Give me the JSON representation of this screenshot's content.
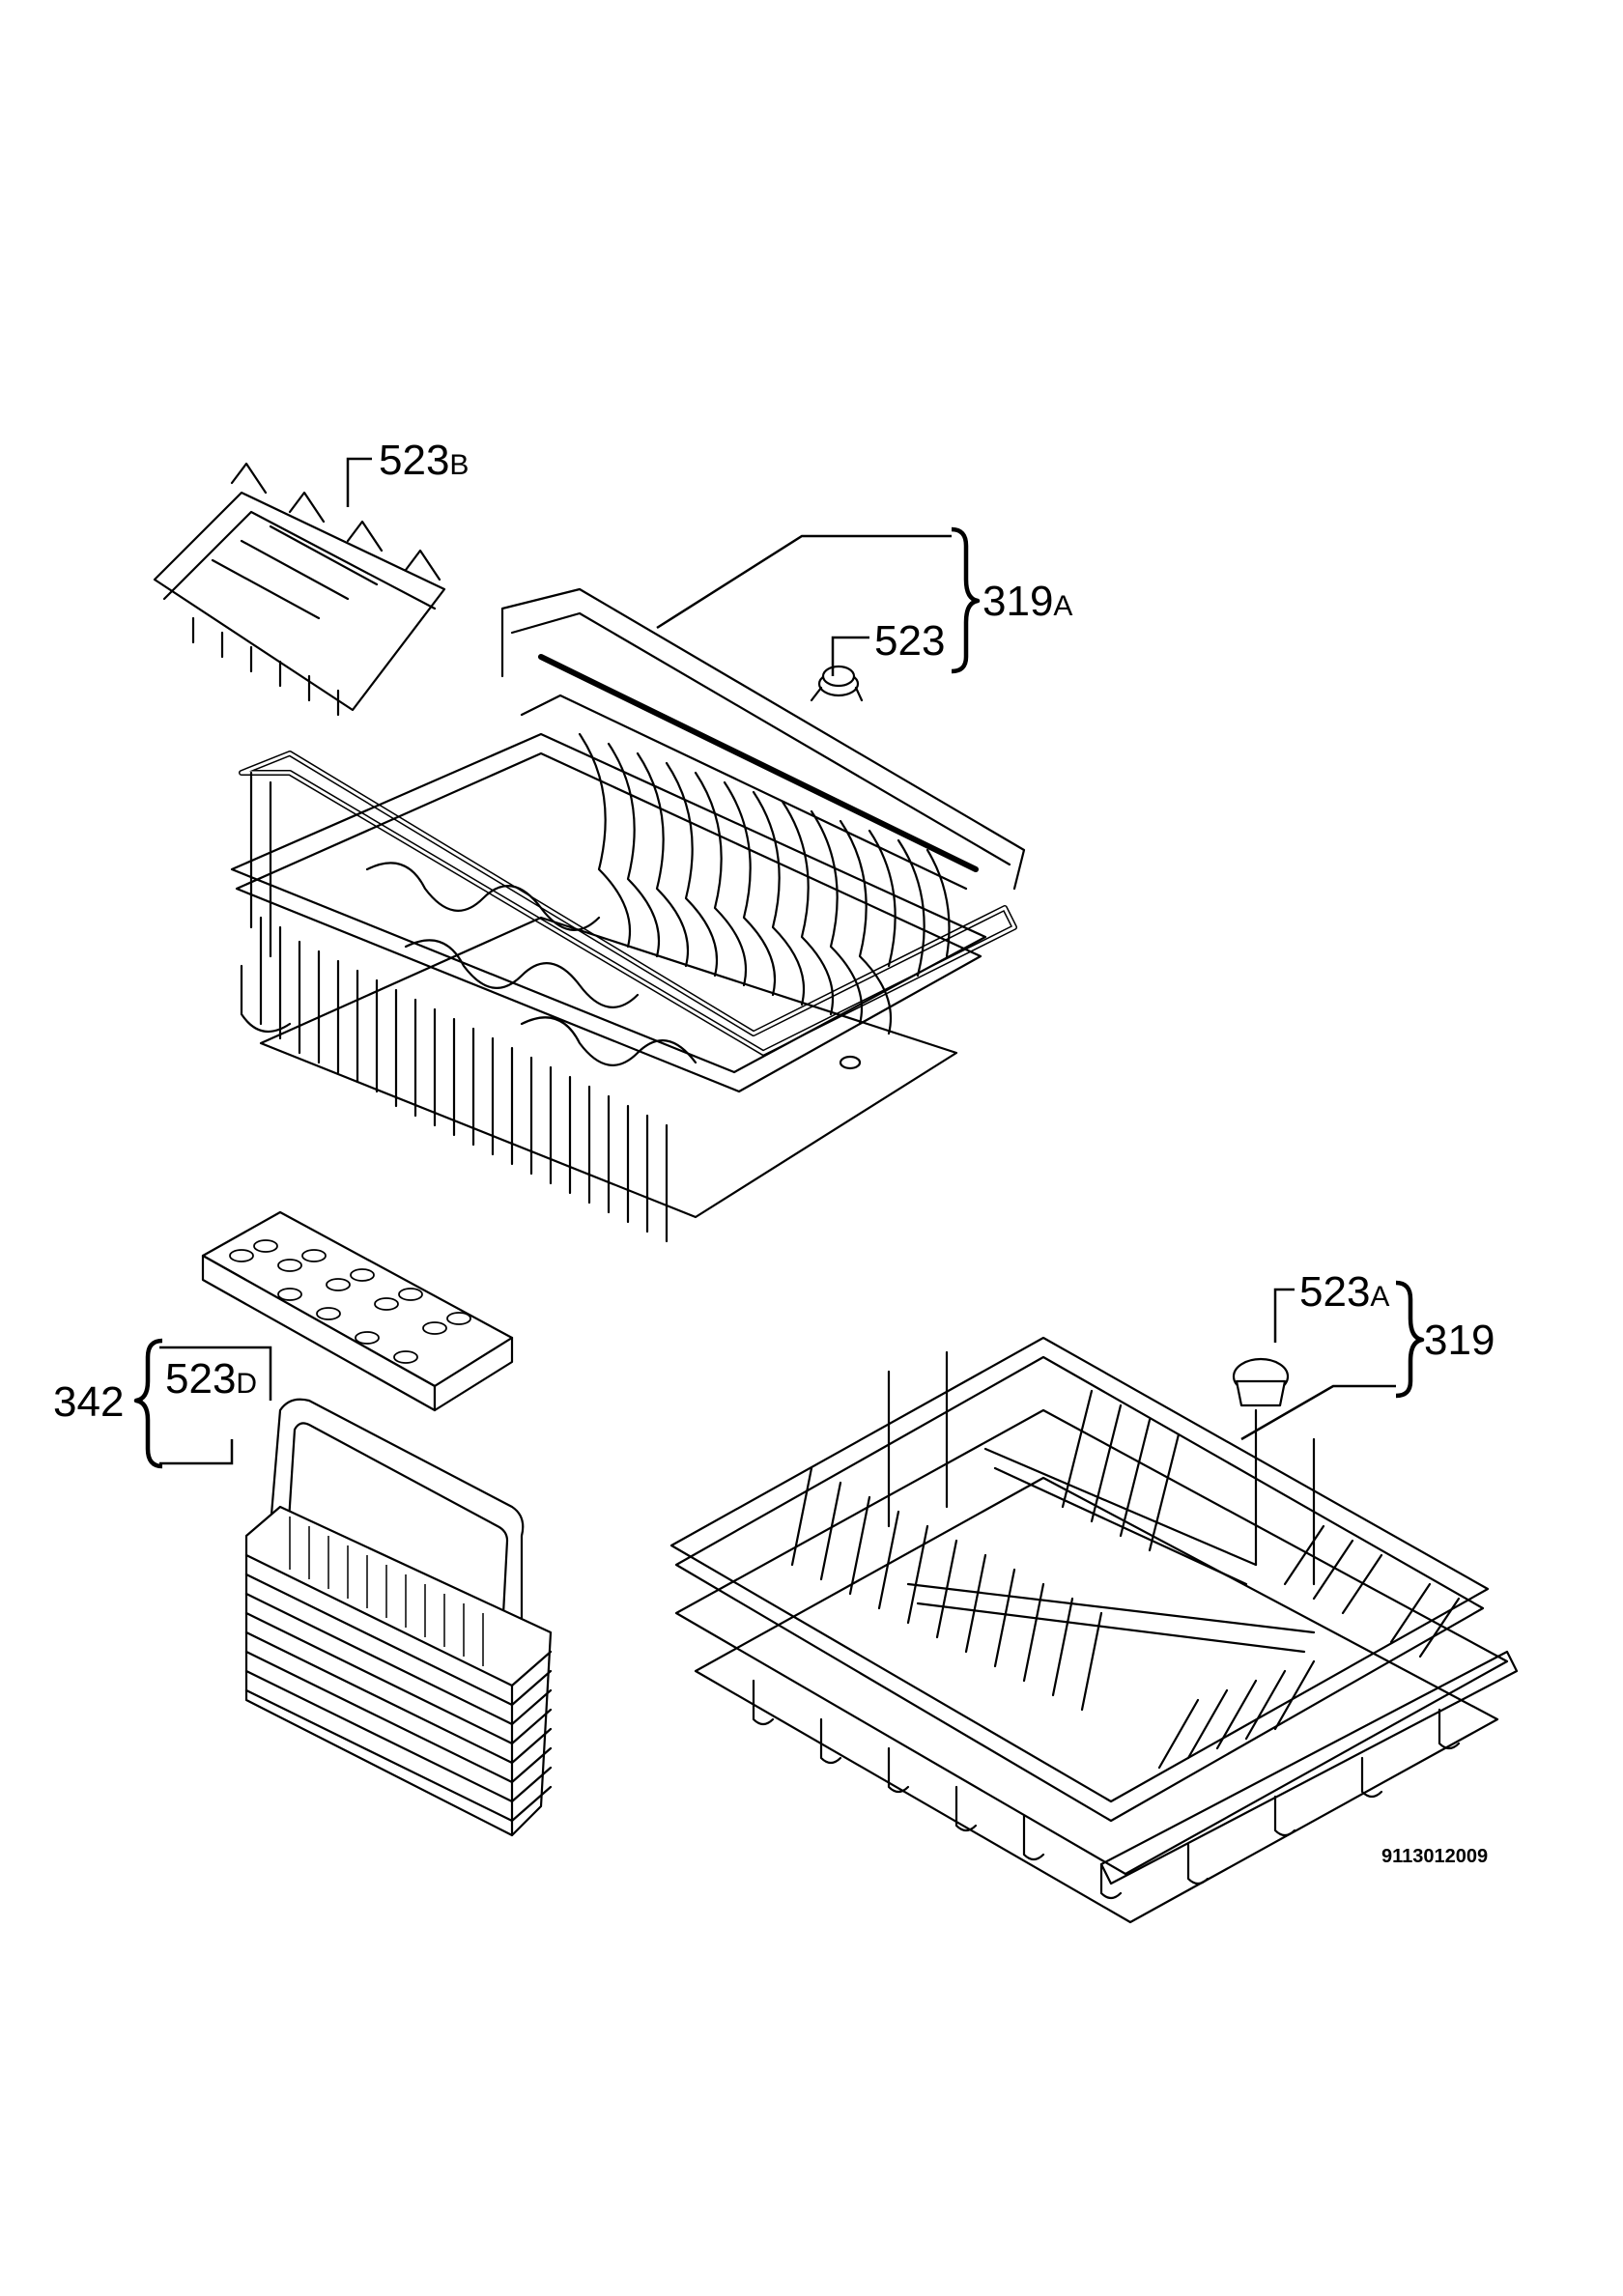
{
  "callouts": [
    {
      "id": "upper-basket",
      "num": "319",
      "suffix": "A"
    },
    {
      "id": "upper-wheel",
      "num": "523",
      "suffix": ""
    },
    {
      "id": "cup-rack",
      "num": "523",
      "suffix": "B"
    },
    {
      "id": "lower-basket",
      "num": "319",
      "suffix": ""
    },
    {
      "id": "lower-wheel",
      "num": "523",
      "suffix": "A"
    },
    {
      "id": "cutlery-set",
      "num": "342",
      "suffix": ""
    },
    {
      "id": "cutlery-lid",
      "num": "523",
      "suffix": "D"
    }
  ],
  "diagram_code": "9113012009"
}
